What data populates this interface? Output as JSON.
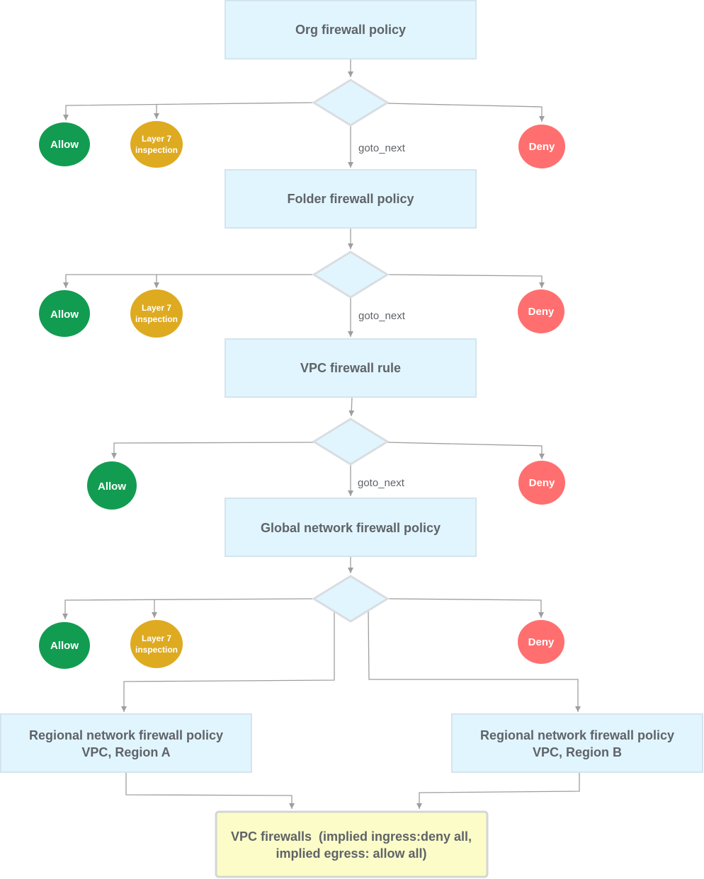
{
  "nodes": {
    "org": {
      "label": "Org firewall policy"
    },
    "folder": {
      "label": "Folder firewall policy"
    },
    "vpc_rule": {
      "label": "VPC firewall rule"
    },
    "global": {
      "label": "Global network firewall policy"
    },
    "regional_a": {
      "line1": "Regional network firewall policy",
      "line2": "VPC, Region A"
    },
    "regional_b": {
      "line1": "Regional network firewall policy",
      "line2": "VPC, Region B"
    },
    "vpc_firewalls": {
      "line1": "VPC firewalls  (implied ingress:deny all,",
      "line2": "implied egress: allow all)"
    }
  },
  "outcomes": {
    "allow": "Allow",
    "deny": "Deny",
    "l7_line1": "Layer 7",
    "l7_line2": "inspection"
  },
  "edges": {
    "goto_next": "goto_next"
  },
  "colors": {
    "box_fill": "#e1f5fe",
    "box_stroke": "#d4e4ec",
    "decision_fill": "#e1f5fe",
    "decision_stroke": "#d9dde1",
    "allow": "#129c51",
    "layer7": "#deaa20",
    "deny": "#ff6f6f",
    "final_fill": "#fcfcc8",
    "final_stroke": "#d5d5d5",
    "text": "#5f6368",
    "connector": "#9e9e9e"
  }
}
